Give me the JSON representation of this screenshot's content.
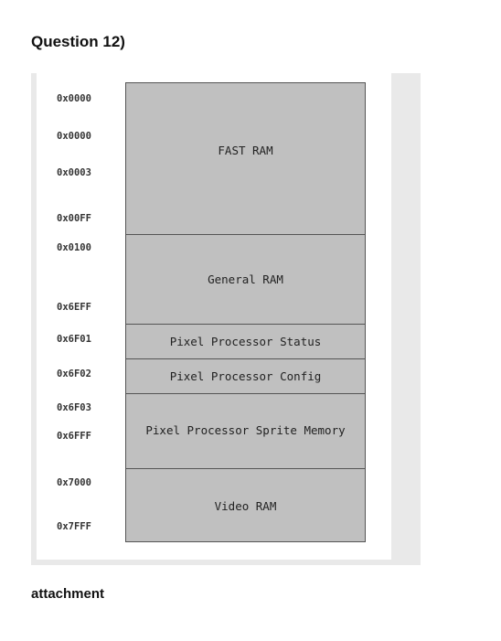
{
  "heading": "Question 12)",
  "footer_label": "attachment",
  "memory_map": {
    "addresses": [
      {
        "id": "a0",
        "text": "0x0000"
      },
      {
        "id": "a1",
        "text": "0x0000"
      },
      {
        "id": "a2",
        "text": "0x0003"
      },
      {
        "id": "a3",
        "text": "0x00FF"
      },
      {
        "id": "a4",
        "text": "0x0100"
      },
      {
        "id": "a5",
        "text": "0x6EFF"
      },
      {
        "id": "a6",
        "text": "0x6F01"
      },
      {
        "id": "a7",
        "text": "0x6F02"
      },
      {
        "id": "a8",
        "text": "0x6F03"
      },
      {
        "id": "a9",
        "text": "0x6FFF"
      },
      {
        "id": "a10",
        "text": "0x7000"
      },
      {
        "id": "a11",
        "text": "0x7FFF"
      }
    ],
    "regions": [
      {
        "label": "FAST RAM"
      },
      {
        "label": "General RAM"
      },
      {
        "label": "Pixel Processor Status"
      },
      {
        "label": "Pixel Processor Config"
      },
      {
        "label": "Pixel Processor Sprite Memory"
      },
      {
        "label": "Video RAM"
      }
    ],
    "colors": {
      "block_fill": "#c0c0c0",
      "block_border": "#555555",
      "frame_shadow": "#e9e9e9"
    }
  }
}
